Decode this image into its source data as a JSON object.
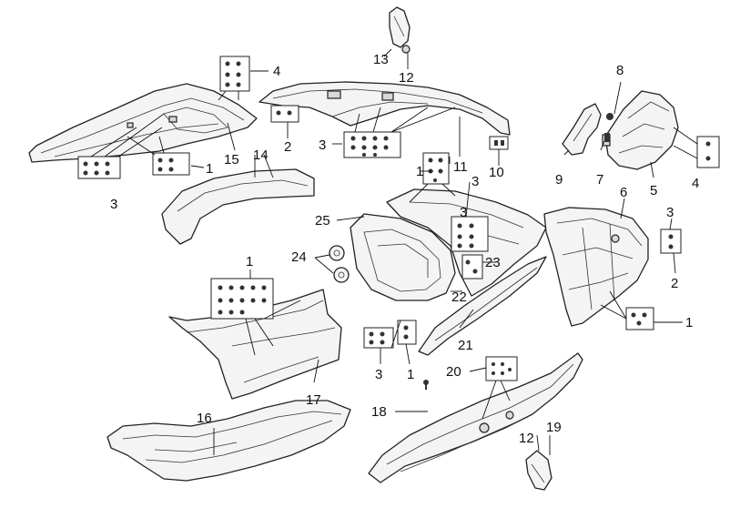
{
  "diagram": {
    "callouts": {
      "c1": "1",
      "c2": "1",
      "c3": "1",
      "c4": "1",
      "c5": "1",
      "c6": "2",
      "c7": "2",
      "c8": "3",
      "c9": "3",
      "c10": "3",
      "c11": "3",
      "c12": "3",
      "c13": "3",
      "c14": "4",
      "c15": "4",
      "c16": "5",
      "c17": "6",
      "c18": "7",
      "c19": "8",
      "c20": "9",
      "c21": "10",
      "c22": "11",
      "c23": "12",
      "c24": "12",
      "c25": "13",
      "c26": "14",
      "c27": "15",
      "c28": "16",
      "c29": "17",
      "c30": "18",
      "c31": "19",
      "c32": "20",
      "c33": "21",
      "c34": "22",
      "c35": "23",
      "c36": "24",
      "c37": "25"
    }
  }
}
